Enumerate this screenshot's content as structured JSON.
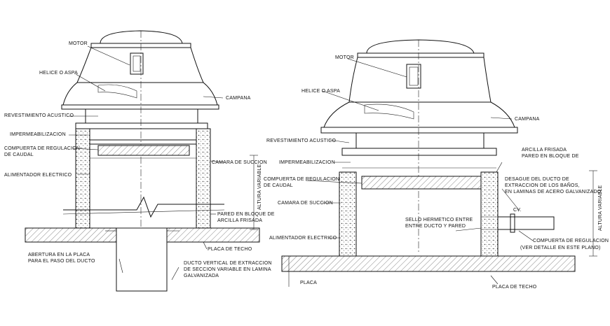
{
  "left_detail": {
    "motor": "MOTOR",
    "helix": "HELICE O ASPA",
    "hood": "CAMPANA",
    "acoustic": "REVESTIMIENTO ACUSTICO",
    "waterproof": "IMPERMEABILIZACION",
    "damper": [
      "COMPUERTA DE REGULACION",
      "DE CAUDAL"
    ],
    "feeder": "ALIMENTADOR ELECTRICO",
    "suction": "CAMARA DE SUCCION",
    "variable_height": "ALTURA VARIABLE",
    "wall": [
      "PARED EN BLOQUE DE",
      "ARCILLA FRISADA"
    ],
    "roof_slab": "PLACA DE TECHO",
    "opening": [
      "ABERTURA EN LA PLACA",
      "PARA EL PASO DEL DUCTO"
    ],
    "duct": [
      "DUCTO VERTICAL DE EXTRACCION",
      "DE SECCION VARIABLE EN LAMINA",
      "GALVANIZADA"
    ]
  },
  "right_detail": {
    "motor": "MOTOR",
    "helix": "HELICE O ASPA",
    "hood": "CAMPANA",
    "acoustic": "REVESTIMIENTO ACUSTICO",
    "waterproof": "IMPERMEABILIZACION",
    "damper": [
      "COMPUERTA DE REGULACION",
      "DE CAUDAL"
    ],
    "suction": "CAMARA DE SUCCION",
    "feeder": "ALIMENTADOR ELECTRICO",
    "seal": [
      "SELLO HERMETICO ENTRE",
      "ENTRE DUCTO Y PARED"
    ],
    "clay": [
      "ARCILLA FRISADA",
      "PARED EN BLOQUE DE"
    ],
    "drain": [
      "DESAGUE DEL DUCTO DE",
      "EXTRACCION DE LOS BAÑOS,",
      "EN LAMINAS DE ACERO GALVANIZADO"
    ],
    "cv": "CV.",
    "reg_damper": [
      "COMPUERTA DE REGULACION",
      "(VER DETALLE EN ESTE PLANO)"
    ],
    "variable_height": "ALTURA VARIABLE",
    "slab": "PLACA",
    "roof_slab": "PLACA DE TECHO"
  }
}
